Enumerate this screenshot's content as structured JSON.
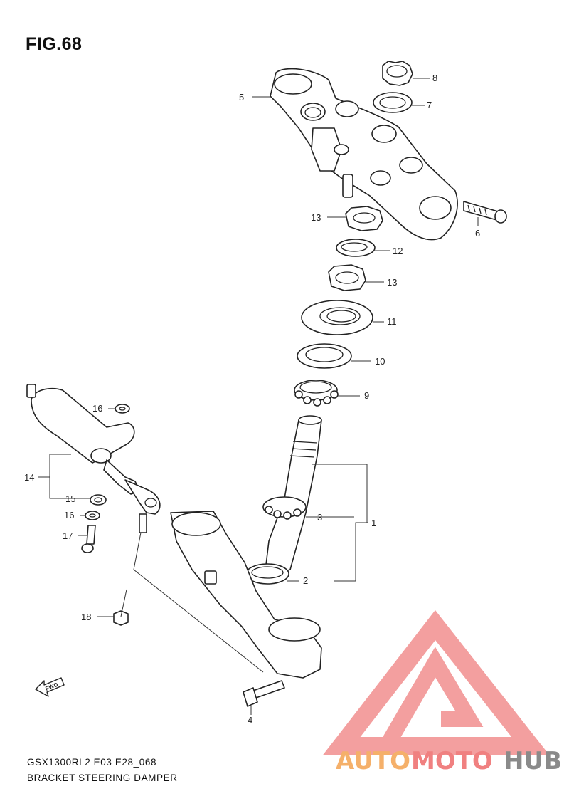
{
  "figure": {
    "title": "FIG.68",
    "model_code": "GSX1300RL2 E03 E28_068",
    "caption": "BRACKET STEERING DAMPER",
    "fwd_label": "FWD"
  },
  "callouts": [
    "1",
    "2",
    "3",
    "4",
    "5",
    "6",
    "7",
    "8",
    "9",
    "10",
    "11",
    "12",
    "13",
    "13",
    "14",
    "15",
    "16",
    "16",
    "17",
    "18"
  ],
  "watermark": {
    "brand_part1": "AUTO",
    "brand_part2": "MOTO",
    "brand_part3": "HUB",
    "color_orange": "#f5b06a",
    "color_red": "#f08080",
    "color_grey": "#8a8a8a"
  }
}
